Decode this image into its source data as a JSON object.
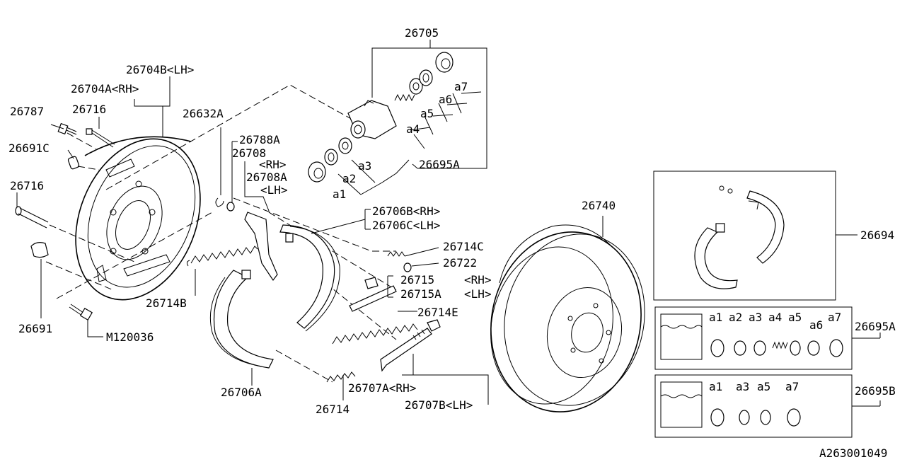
{
  "diagram_id": "A263001049",
  "labels": {
    "p26705": "26705",
    "p26704B": "26704B<LH>",
    "p26704A": "26704A<RH>",
    "p26787": "26787",
    "p26716a": "26716",
    "p26632A": "26632A",
    "p26788A": "26788A",
    "p26708": "26708",
    "p26708rh": "<RH>",
    "p26708A": "26708A",
    "p26708Alh": "<LH>",
    "p26691C": "26691C",
    "p26716b": "26716",
    "p26695A_top": "26695A",
    "a1": "a1",
    "a2": "a2",
    "a3": "a3",
    "a4": "a4",
    "a5": "a5",
    "a6": "a6",
    "a7": "a7",
    "p26706B": "26706B<RH>",
    "p26706C": "26706C<LH>",
    "p26740": "26740",
    "p26694": "26694",
    "p26714C": "26714C",
    "p26722": "26722",
    "p26715": "26715",
    "p26715rh": "<RH>",
    "p26715A": "26715A",
    "p26715Alh": "<LH>",
    "p26714B": "26714B",
    "p26714E": "26714E",
    "p26691": "26691",
    "pM120036": "M120036",
    "p26706A": "26706A",
    "p26707A": "26707A<RH>",
    "p26707B": "26707B<LH>",
    "p26714": "26714",
    "p26695A_kit": "26695A",
    "p26695B_kit": "26695B"
  },
  "kit_a_items": [
    "a1",
    "a2",
    "a3",
    "a4",
    "a5",
    "a6",
    "a7"
  ],
  "kit_b_items": [
    "a1",
    "a3",
    "a5",
    "a7"
  ]
}
